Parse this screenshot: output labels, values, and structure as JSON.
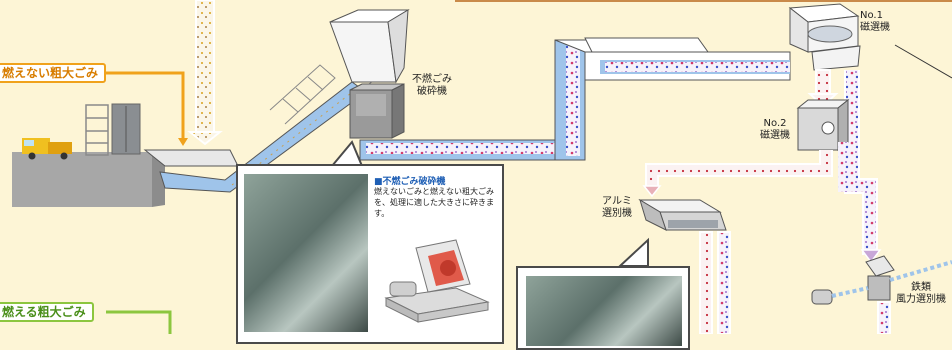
{
  "sources": {
    "nonburnable_bulky": "燃えない粗大ごみ",
    "burnable_bulky": "燃える粗大ごみ"
  },
  "machines": {
    "crusher": {
      "line1": "不燃ごみ",
      "line2": "破砕機"
    },
    "magnet1": {
      "line1": "No.1",
      "line2": "磁選機"
    },
    "magnet2": {
      "line1": "No.2",
      "line2": "磁選機"
    },
    "aluminum": {
      "line1": "アルミ",
      "line2": "選別機"
    },
    "iron_wind": {
      "line1": "鉄類",
      "line2": "風力選別機"
    }
  },
  "crusher_callout": {
    "title": "■不燃ごみ破砕機",
    "description": "燃えないごみと燃えない粗大ごみを、処理に適した大きさに砕きます。"
  },
  "colors": {
    "background": "#fdf5d6",
    "conveyor": "#9fc4ea",
    "orange_line": "#f0a21c",
    "green_line": "#8cc63f"
  }
}
